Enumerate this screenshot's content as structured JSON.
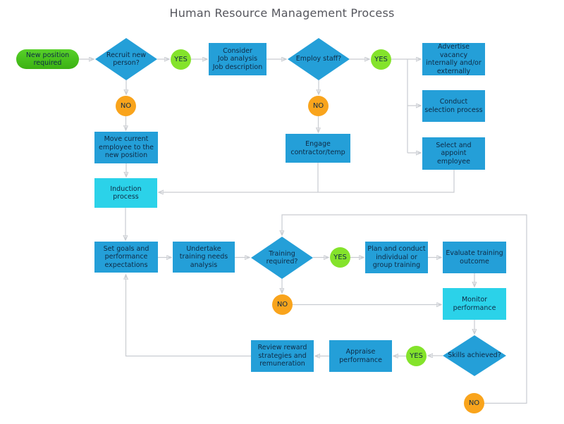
{
  "title": "Human Resource Management Process",
  "colors": {
    "process_blue": "#249fd8",
    "highlight_cyan": "#2bd2e9",
    "terminator_green": "#47c01c",
    "yes_green": "#84e32b",
    "no_orange": "#f9a41c",
    "connector_gray": "#c9ccd1",
    "title_gray": "#55565d"
  },
  "nodes": {
    "new_position": {
      "label": "New position\nrequired"
    },
    "recruit": {
      "label": "Recruit new\nperson?"
    },
    "yes_recruit": {
      "label": "YES"
    },
    "consider": {
      "label": "Consider\nJob analysis\nJob description"
    },
    "employ": {
      "label": "Employ staff?"
    },
    "yes_employ": {
      "label": "YES"
    },
    "advertise": {
      "label": "Advertise\nvacancy\ninternally and/or\nexternally"
    },
    "conduct": {
      "label": "Conduct\nselection process"
    },
    "select_appoint": {
      "label": "Select and\nappoint\nemployee"
    },
    "no_recruit": {
      "label": "NO"
    },
    "no_employ": {
      "label": "NO"
    },
    "move_current": {
      "label": "Move current\nemployee to the\nnew position"
    },
    "engage": {
      "label": "Engage\ncontractor/temp"
    },
    "induction": {
      "label": "Induction\nprocess"
    },
    "set_goals": {
      "label": "Set goals and\nperformance\nexpectations"
    },
    "undertake": {
      "label": "Undertake\ntraining needs\nanalysis"
    },
    "training_required": {
      "label": "Training\nrequired?"
    },
    "yes_training": {
      "label": "YES"
    },
    "plan_conduct": {
      "label": "Plan and conduct\nindividual or\ngroup training"
    },
    "evaluate": {
      "label": "Evaluate training\noutcome"
    },
    "no_training": {
      "label": "NO"
    },
    "monitor": {
      "label": "Monitor\nperformance"
    },
    "skills_achieved": {
      "label": "Skills achieved?"
    },
    "yes_skills": {
      "label": "YES"
    },
    "appraise": {
      "label": "Appraise\nperformance"
    },
    "review_reward": {
      "label": "Review reward\nstrategies and\nremuneration"
    },
    "no_skills": {
      "label": "NO"
    }
  },
  "edges": [
    {
      "from": "new_position",
      "to": "recruit"
    },
    {
      "from": "recruit",
      "to": "consider",
      "via": "yes_recruit"
    },
    {
      "from": "consider",
      "to": "employ"
    },
    {
      "from": "employ",
      "to": "advertise",
      "via": "yes_employ"
    },
    {
      "from": "employ",
      "to": "conduct",
      "via": "yes_employ"
    },
    {
      "from": "employ",
      "to": "select_appoint",
      "via": "yes_employ"
    },
    {
      "from": "recruit",
      "to": "move_current",
      "via": "no_recruit"
    },
    {
      "from": "employ",
      "to": "engage",
      "via": "no_employ"
    },
    {
      "from": "move_current",
      "to": "induction"
    },
    {
      "from": "engage",
      "to": "induction"
    },
    {
      "from": "select_appoint",
      "to": "induction"
    },
    {
      "from": "induction",
      "to": "set_goals"
    },
    {
      "from": "set_goals",
      "to": "undertake"
    },
    {
      "from": "undertake",
      "to": "training_required"
    },
    {
      "from": "training_required",
      "to": "plan_conduct",
      "via": "yes_training"
    },
    {
      "from": "plan_conduct",
      "to": "evaluate"
    },
    {
      "from": "evaluate",
      "to": "monitor"
    },
    {
      "from": "training_required",
      "to": "monitor",
      "via": "no_training"
    },
    {
      "from": "monitor",
      "to": "skills_achieved"
    },
    {
      "from": "skills_achieved",
      "to": "appraise",
      "via": "yes_skills"
    },
    {
      "from": "appraise",
      "to": "review_reward"
    },
    {
      "from": "review_reward",
      "to": "set_goals"
    },
    {
      "from": "skills_achieved",
      "to": "training_required",
      "via": "no_skills"
    }
  ]
}
